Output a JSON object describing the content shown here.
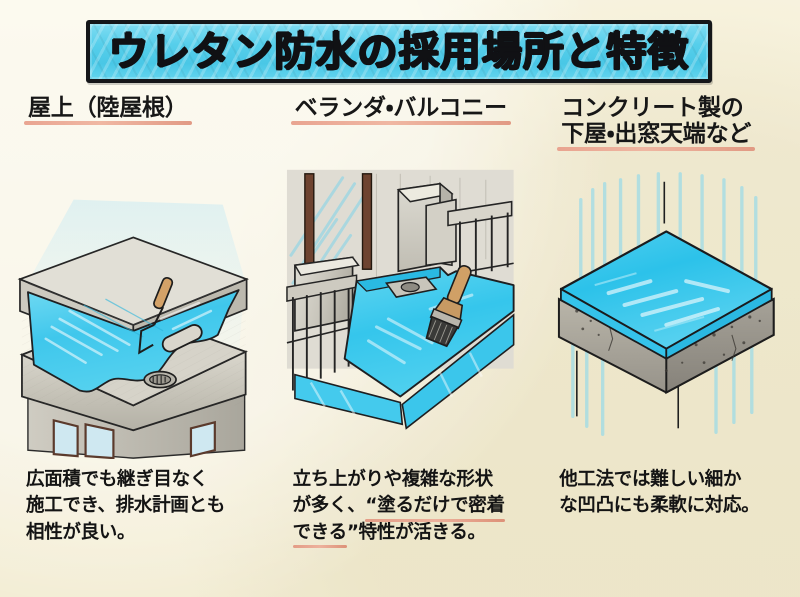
{
  "poster": {
    "background_color": "#f7f2dc",
    "title": "ウレタン防水の採用場所と特徴",
    "banner_fill_color": "#52cde9",
    "banner_border_color": "#15171a",
    "underline_color": "#e39c86",
    "coating_color": "#3fc9ec",
    "concrete_color": "#c9c6bc"
  },
  "columns": [
    {
      "id": "rooftop",
      "heading_lines": [
        "屋上（陸屋根）"
      ],
      "illustration": {
        "name": "flat-roof-roller-illustration",
        "alt": "陸屋根にローラーでウレタン防水材を塗布しているイラスト",
        "elements": [
          "parapet",
          "coated-slab",
          "paint-roller",
          "floor-drain",
          "window"
        ]
      },
      "caption_lines": [
        {
          "text": "広面積でも継ぎ目なく",
          "underline": false
        },
        {
          "text": "施工でき、排水計画とも",
          "underline": false
        },
        {
          "text": "相性が良い。",
          "underline": false
        }
      ]
    },
    {
      "id": "balcony",
      "heading_lines": [
        "ベランダ・バルコニー"
      ],
      "illustration": {
        "name": "balcony-brush-illustration",
        "alt": "バルコニーの床を刷毛で塗っているイラスト",
        "elements": [
          "handrail",
          "balustrade",
          "coated-floor",
          "paint-brush",
          "floor-drain",
          "downpipe"
        ]
      },
      "caption_lines": [
        {
          "text": "立ち上がりや複雑な形状",
          "underline": false
        },
        {
          "text": "が多く、",
          "underline": false,
          "tail": "“塗るだけで密着",
          "tail_underline": true
        },
        {
          "text": "できる",
          "underline": true,
          "tail": "”特性が活きる。",
          "tail_underline": false
        }
      ]
    },
    {
      "id": "concrete-parts",
      "heading_lines": [
        "コンクリート製の",
        "下屋・出窓天端など"
      ],
      "heading_underline_line_index": 1,
      "illustration": {
        "name": "concrete-slab-illustration",
        "alt": "コンクリート製の天端にウレタン防水を施したイラスト",
        "elements": [
          "concrete-block",
          "coated-top-surface",
          "aggregate-texture"
        ]
      },
      "caption_lines": [
        {
          "text": "他工法では難しい細か",
          "underline": false
        },
        {
          "text": "な凹凸にも柔軟に対応。",
          "underline": false
        }
      ]
    }
  ]
}
